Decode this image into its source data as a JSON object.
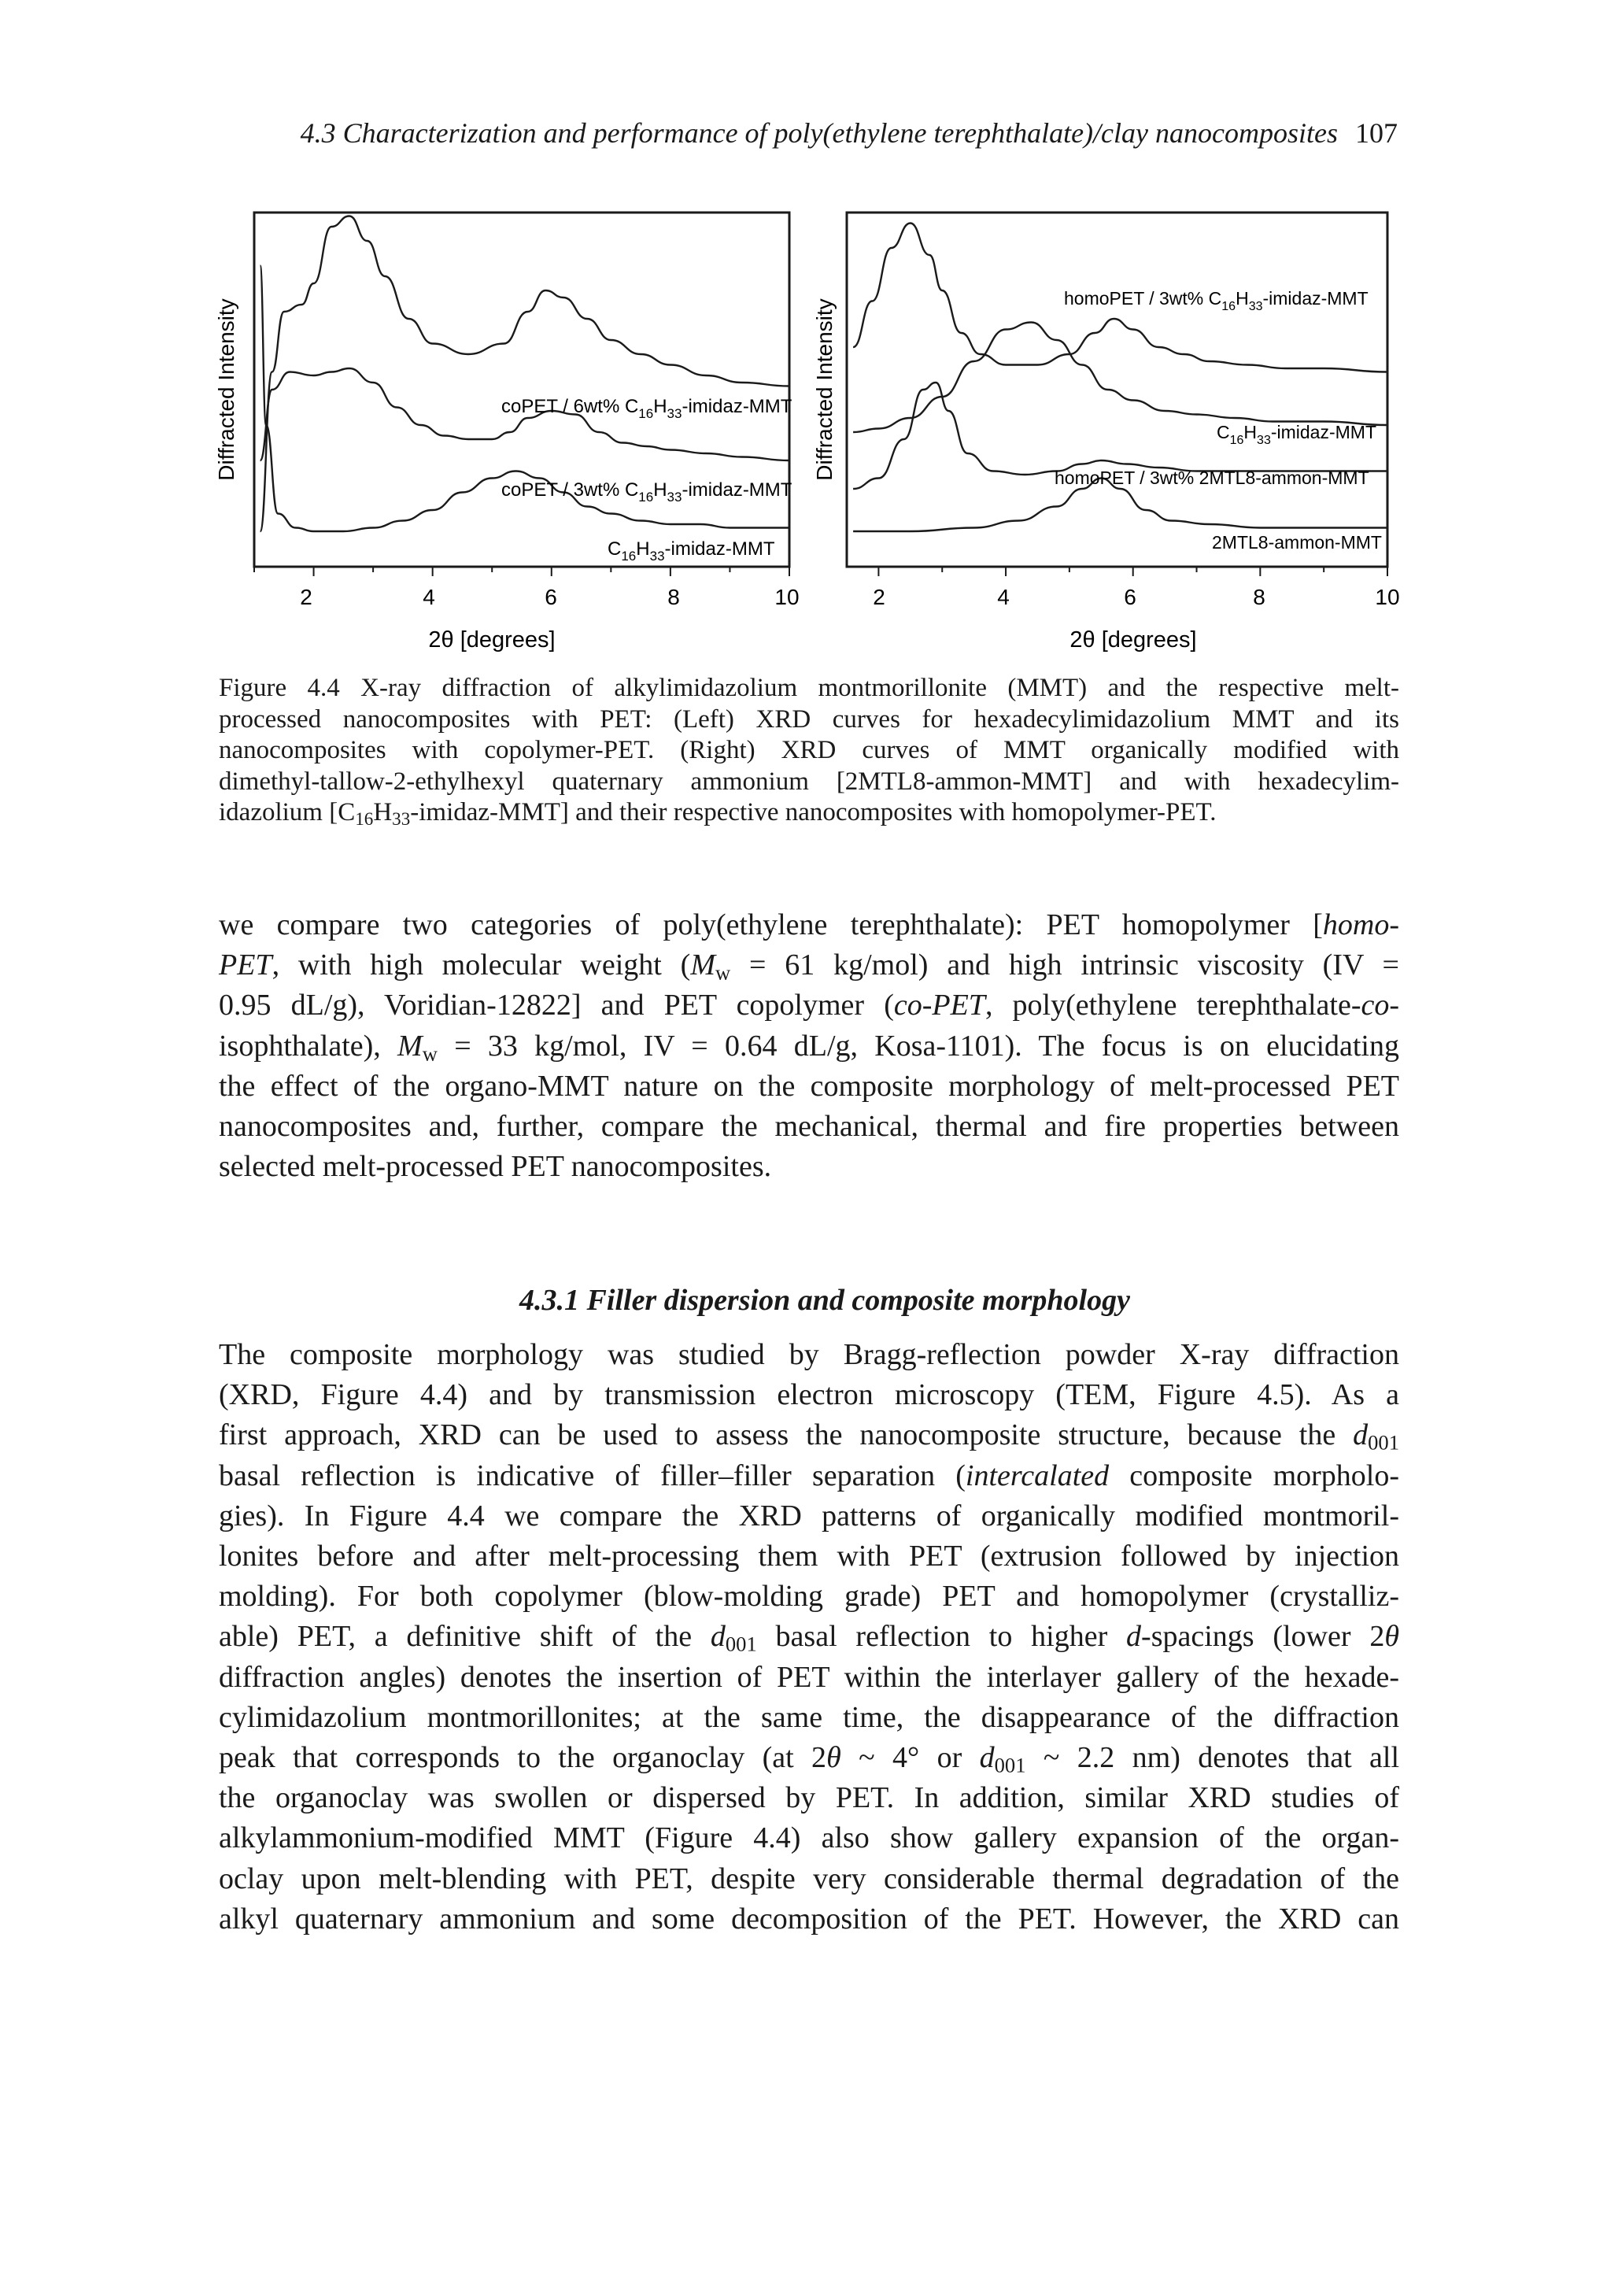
{
  "header": {
    "title": "4.3 Characterization and performance of poly(ethylene terephthalate)/clay nanocomposites",
    "page_number": "107"
  },
  "figure": {
    "panels": [
      {
        "ylabel": "Diffracted Intensity",
        "xlabel": "2θ [degrees]",
        "xticks": [
          "2",
          "4",
          "6",
          "8",
          "10"
        ],
        "curve_labels": [
          {
            "pre": "coPET / 6wt% C",
            "s1": "16",
            "mid": "H",
            "s2": "33",
            "post": "-imidaz-MMT"
          },
          {
            "pre": "coPET / 3wt% C",
            "s1": "16",
            "mid": "H",
            "s2": "33",
            "post": "-imidaz-MMT"
          },
          {
            "pre": "C",
            "s1": "16",
            "mid": "H",
            "s2": "33",
            "post": "-imidaz-MMT"
          }
        ]
      },
      {
        "ylabel": "Diffracted Intensity",
        "xlabel": "2θ [degrees]",
        "xticks": [
          "2",
          "4",
          "6",
          "8",
          "10"
        ],
        "curve_labels": [
          {
            "pre": "homoPET / 3wt% C",
            "s1": "16",
            "mid": "H",
            "s2": "33",
            "post": "-imidaz-MMT"
          },
          {
            "pre": "C",
            "s1": "16",
            "mid": "H",
            "s2": "33",
            "post": "-imidaz-MMT"
          },
          {
            "pre": "homoPET / 3wt% 2MTL8-ammon-MMT",
            "s1": "",
            "mid": "",
            "s2": "",
            "post": ""
          },
          {
            "pre": "2MTL8-ammon-MMT",
            "s1": "",
            "mid": "",
            "s2": "",
            "post": ""
          }
        ]
      }
    ]
  },
  "chart_data": [
    {
      "type": "line",
      "xlabel": "2θ [degrees]",
      "ylabel": "Diffracted Intensity",
      "xlim": [
        1,
        10
      ],
      "xticks": [
        2,
        4,
        6,
        8,
        10
      ],
      "series": [
        {
          "name": "coPET / 6wt% C16H33-imidaz-MMT",
          "x": [
            1.1,
            1.3,
            1.5,
            1.8,
            2.0,
            2.3,
            2.6,
            2.9,
            3.2,
            3.6,
            4.0,
            4.6,
            5.2,
            5.6,
            5.9,
            6.2,
            6.6,
            7.0,
            7.5,
            8.0,
            8.6,
            9.2,
            10.0
          ],
          "y": [
            0.1,
            0.55,
            0.72,
            0.74,
            0.8,
            0.96,
            0.99,
            0.92,
            0.82,
            0.7,
            0.63,
            0.6,
            0.63,
            0.72,
            0.78,
            0.76,
            0.7,
            0.64,
            0.6,
            0.57,
            0.54,
            0.52,
            0.51
          ]
        },
        {
          "name": "coPET / 3wt% C16H33-imidaz-MMT",
          "x": [
            1.1,
            1.3,
            1.6,
            2.0,
            2.3,
            2.6,
            3.0,
            3.4,
            3.8,
            4.2,
            4.6,
            5.0,
            5.3,
            5.6,
            6.0,
            6.4,
            6.8,
            7.2,
            7.6,
            8.0,
            8.6,
            9.2,
            10.0
          ],
          "y": [
            0.3,
            0.5,
            0.55,
            0.54,
            0.55,
            0.56,
            0.52,
            0.45,
            0.4,
            0.37,
            0.36,
            0.36,
            0.38,
            0.42,
            0.44,
            0.43,
            0.38,
            0.35,
            0.34,
            0.33,
            0.32,
            0.31,
            0.3
          ]
        },
        {
          "name": "C16H33-imidaz-MMT",
          "x": [
            1.1,
            1.2,
            1.4,
            1.7,
            2.0,
            2.5,
            3.0,
            3.5,
            4.0,
            4.5,
            5.0,
            5.4,
            5.8,
            6.2,
            6.6,
            7.0,
            7.5,
            8.0,
            8.5,
            9.0,
            9.5,
            10.0
          ],
          "y": [
            0.85,
            0.4,
            0.15,
            0.11,
            0.1,
            0.1,
            0.11,
            0.13,
            0.16,
            0.21,
            0.25,
            0.27,
            0.25,
            0.21,
            0.17,
            0.15,
            0.13,
            0.12,
            0.12,
            0.11,
            0.11,
            0.11
          ]
        }
      ]
    },
    {
      "type": "line",
      "xlabel": "2θ [degrees]",
      "ylabel": "Diffracted Intensity",
      "xlim": [
        1.5,
        10
      ],
      "xticks": [
        2,
        4,
        6,
        8,
        10
      ],
      "series": [
        {
          "name": "homoPET / 3wt% C16H33-imidaz-MMT",
          "x": [
            1.6,
            1.9,
            2.2,
            2.5,
            2.8,
            3.0,
            3.3,
            3.6,
            4.0,
            4.5,
            5.0,
            5.4,
            5.7,
            6.0,
            6.4,
            6.8,
            7.2,
            7.8,
            8.4,
            9.0,
            10.0
          ],
          "y": [
            0.62,
            0.75,
            0.9,
            0.97,
            0.88,
            0.78,
            0.66,
            0.6,
            0.57,
            0.57,
            0.6,
            0.66,
            0.7,
            0.67,
            0.62,
            0.6,
            0.58,
            0.57,
            0.56,
            0.56,
            0.55
          ]
        },
        {
          "name": "C16H33-imidaz-MMT",
          "x": [
            1.6,
            2.0,
            2.5,
            3.0,
            3.5,
            4.0,
            4.4,
            4.8,
            5.2,
            5.6,
            6.0,
            6.5,
            7.0,
            7.6,
            8.2,
            9.0,
            10.0
          ],
          "y": [
            0.38,
            0.39,
            0.42,
            0.48,
            0.58,
            0.67,
            0.69,
            0.64,
            0.57,
            0.5,
            0.47,
            0.44,
            0.43,
            0.42,
            0.41,
            0.41,
            0.4
          ]
        },
        {
          "name": "homoPET / 3wt% 2MTL8-ammon-MMT",
          "x": [
            1.6,
            2.0,
            2.4,
            2.7,
            2.9,
            3.1,
            3.4,
            3.8,
            4.3,
            4.8,
            5.2,
            5.5,
            5.9,
            6.4,
            7.0,
            7.8,
            8.6,
            10.0
          ],
          "y": [
            0.22,
            0.25,
            0.36,
            0.5,
            0.52,
            0.44,
            0.32,
            0.27,
            0.26,
            0.27,
            0.29,
            0.3,
            0.29,
            0.28,
            0.27,
            0.27,
            0.27,
            0.27
          ]
        },
        {
          "name": "2MTL8-ammon-MMT",
          "x": [
            1.6,
            2.5,
            3.5,
            4.2,
            4.8,
            5.2,
            5.5,
            5.8,
            6.2,
            6.6,
            7.2,
            8.0,
            9.0,
            10.0
          ],
          "y": [
            0.1,
            0.1,
            0.11,
            0.13,
            0.17,
            0.22,
            0.25,
            0.22,
            0.16,
            0.13,
            0.12,
            0.11,
            0.11,
            0.11
          ]
        }
      ]
    }
  ],
  "caption": {
    "lines": [
      "Figure 4.4 X-ray diffraction of alkylimidazolium montmorillonite (MMT) and the respective melt-",
      "processed nanocomposites with PET: (Left) XRD curves for hexadecylimidazolium MMT and its",
      "nanocomposites with copolymer-PET. (Right) XRD curves of MMT organically modified with",
      "dimethyl-tallow-2-ethylhexyl quaternary ammonium [2MTL8-ammon-MMT] and with hexadecylim-",
      {
        "pre": "idazolium [C",
        "s1": "16",
        "mid": "H",
        "s2": "33",
        "post": "-imidaz-MMT] and their respective nanocomposites with homopolymer-PET."
      }
    ]
  },
  "paragraph1": {
    "l1_a": "we compare two categories of poly(ethylene terephthalate): PET homopolymer [",
    "l1_b": "homo-",
    "l2_a": "PET",
    "l2_b": ", with high molecular weight (",
    "l2_c": "M",
    "l2_d": "w",
    "l2_e": " = 61 kg/mol) and high intrinsic viscosity (IV =",
    "l3": "0.95 dL/g), Voridian-12822] and PET copolymer (",
    "l3_b": "co-PET",
    "l3_c": ", poly(ethylene terephthalate-",
    "l3_d": "co",
    "l3_e": "-",
    "l4_a": "isophthalate), ",
    "l4_b": "M",
    "l4_c": "w",
    "l4_d": " = 33 kg/mol, IV = 0.64 dL/g, Kosa-1101). The focus is on elucidating",
    "l5": "the effect of the organo-MMT nature on the composite morphology of melt-processed PET",
    "l6": "nanocomposites and, further, compare the mechanical, thermal and fire properties between",
    "l7": "selected melt-processed PET nanocomposites."
  },
  "section": {
    "heading": "4.3.1 Filler dispersion and composite morphology"
  },
  "paragraph2": {
    "l1": "The composite morphology was studied by Bragg-reflection powder X-ray diffraction",
    "l2": "(XRD, Figure 4.4) and by transmission electron microscopy (TEM, Figure 4.5). As a",
    "l3_a": "first approach, XRD can be used to assess the nanocomposite structure, because the ",
    "l3_b": "d",
    "l3_c": "001",
    "l4": "basal reflection is indicative of filler–filler separation (",
    "l4_b": "intercalated",
    "l4_c": " composite morpholo-",
    "l5": "gies). In Figure 4.4 we compare the XRD patterns of organically modified montmoril-",
    "l6": "lonites before and after melt-processing them with PET (extrusion followed by injection",
    "l7": "molding). For both copolymer (blow-molding grade) PET and homopolymer (crystalliz-",
    "l8_a": "able) PET, a definitive shift of the ",
    "l8_b": "d",
    "l8_c": "001",
    "l8_d": " basal reflection to higher ",
    "l8_e": "d",
    "l8_f": "-spacings (lower 2",
    "l8_g": "θ",
    "l9": "diffraction angles) denotes the insertion of PET within the interlayer gallery of the hexade-",
    "l10": "cylimidazolium montmorillonites; at the same time, the disappearance of the diffraction",
    "l11_a": "peak that corresponds to the organoclay (at 2",
    "l11_b": "θ",
    "l11_c": " ~ 4° or ",
    "l11_d": "d",
    "l11_e": "001",
    "l11_f": " ~ 2.2 nm) denotes that all",
    "l12": "the organoclay was swollen or dispersed by PET. In addition, similar XRD studies of",
    "l13": "alkylammonium-modified MMT (Figure 4.4) also show gallery expansion of the organ-",
    "l14": "oclay upon melt-blending with PET, despite very considerable thermal degradation of the",
    "l15": "alkyl quaternary ammonium and some decomposition of the PET. However, the XRD can"
  }
}
